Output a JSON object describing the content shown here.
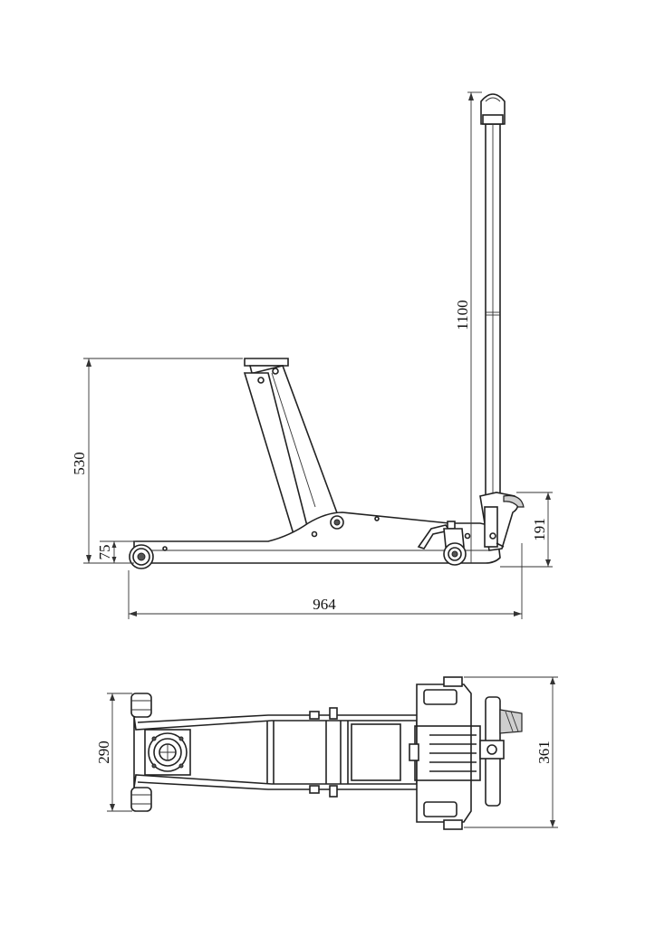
{
  "drawing": {
    "side_view": {
      "dimensions": {
        "lift_height": "530",
        "handle_height": "1100",
        "body_height": "191",
        "min_height": "75",
        "overall_length": "964"
      }
    },
    "top_view": {
      "dimensions": {
        "front_width": "290",
        "rear_width": "361"
      }
    }
  }
}
